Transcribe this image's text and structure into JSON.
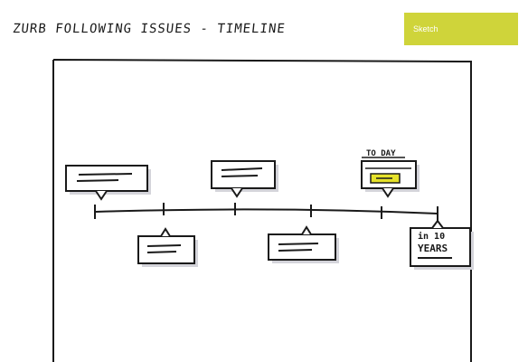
{
  "header": {
    "title": "ZURB FOLLOWING ISSUES - TIMELINE"
  },
  "badge": {
    "label": "Sketch",
    "color": "#cfd43a"
  },
  "timeline": {
    "today_label": "TO DAY",
    "future_label_line1": "in 10",
    "future_label_line2": "YEARS",
    "highlight_color": "#e6e22a"
  }
}
